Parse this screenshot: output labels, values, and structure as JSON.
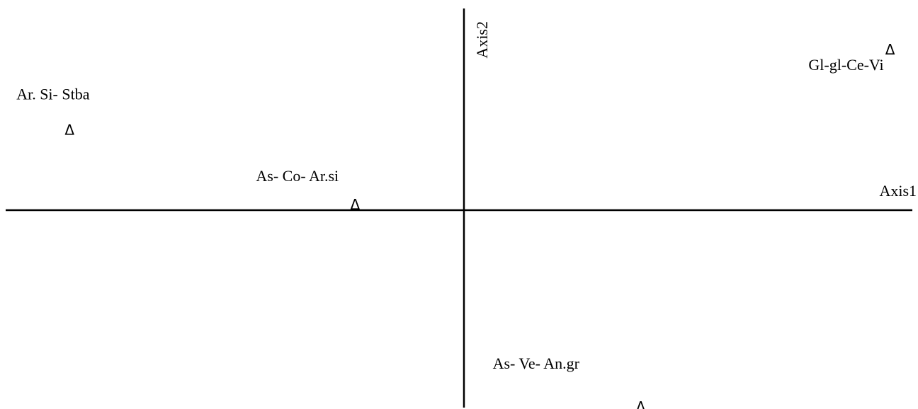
{
  "chart_data": {
    "type": "scatter",
    "title": "",
    "xlabel": "Axis1",
    "ylabel": "Axis2",
    "marker": "Δ",
    "colors": {
      "ink": "#000000",
      "background": "#ffffff"
    },
    "grid": false,
    "legend": "none",
    "xlim": [
      -1.0,
      1.0
    ],
    "ylim": [
      -1.0,
      1.0
    ],
    "points": [
      {
        "label": "Gl-gl-Ce-Vi",
        "x": 0.94,
        "y": 0.84
      },
      {
        "label": "Ar. Si- Stba",
        "x": -0.87,
        "y": 0.42
      },
      {
        "label": "As- Co- Ar.si",
        "x": -0.24,
        "y": 0.03
      },
      {
        "label": "As- Ve- An.gr",
        "x": 0.39,
        "y": -1.03
      }
    ]
  }
}
